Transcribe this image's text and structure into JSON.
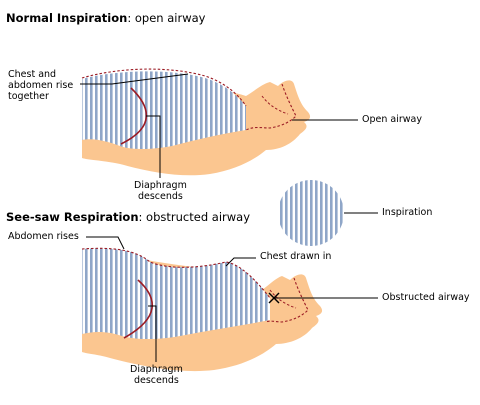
{
  "panel_normal": {
    "title_bold": "Normal Inspiration",
    "title_rest": ": open airway",
    "labels": {
      "chest_abdomen_line1": "Chest and",
      "chest_abdomen_line2": "abdomen rise",
      "chest_abdomen_line3": "together",
      "diaphragm_line1": "Diaphragm",
      "diaphragm_line2": "descends",
      "open_airway": "Open airway"
    }
  },
  "panel_seesaw": {
    "title_bold": "See-saw Respiration",
    "title_rest": ": obstructed airway",
    "labels": {
      "abdomen_rises": "Abdomen rises",
      "chest_drawn_in": "Chest drawn in",
      "obstructed_airway": "Obstructed airway",
      "diaphragm_line1": "Diaphragm",
      "diaphragm_line2": "descends"
    }
  },
  "legend": {
    "inspiration_label": "Inspiration"
  },
  "colors": {
    "skin": "#fbc690",
    "inspiration_stripe": "#8fa6c8",
    "diaphragm": "#9b1b24",
    "airway_dash": "#9b1b24",
    "leader_line": "#000000"
  }
}
